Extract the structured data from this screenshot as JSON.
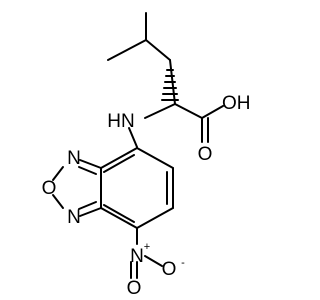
{
  "labels": {
    "oh": "OH",
    "carbonyl_o": "O",
    "nh": "HN",
    "ring_n_top": "N",
    "ring_o": "O",
    "ring_n_bottom": "N",
    "nitro_n": "N",
    "nitro_o_top": "O",
    "nitro_o_right": "O",
    "plus": "+",
    "minus": "-"
  },
  "colors": {
    "line": "#000000",
    "background": "#ffffff"
  }
}
